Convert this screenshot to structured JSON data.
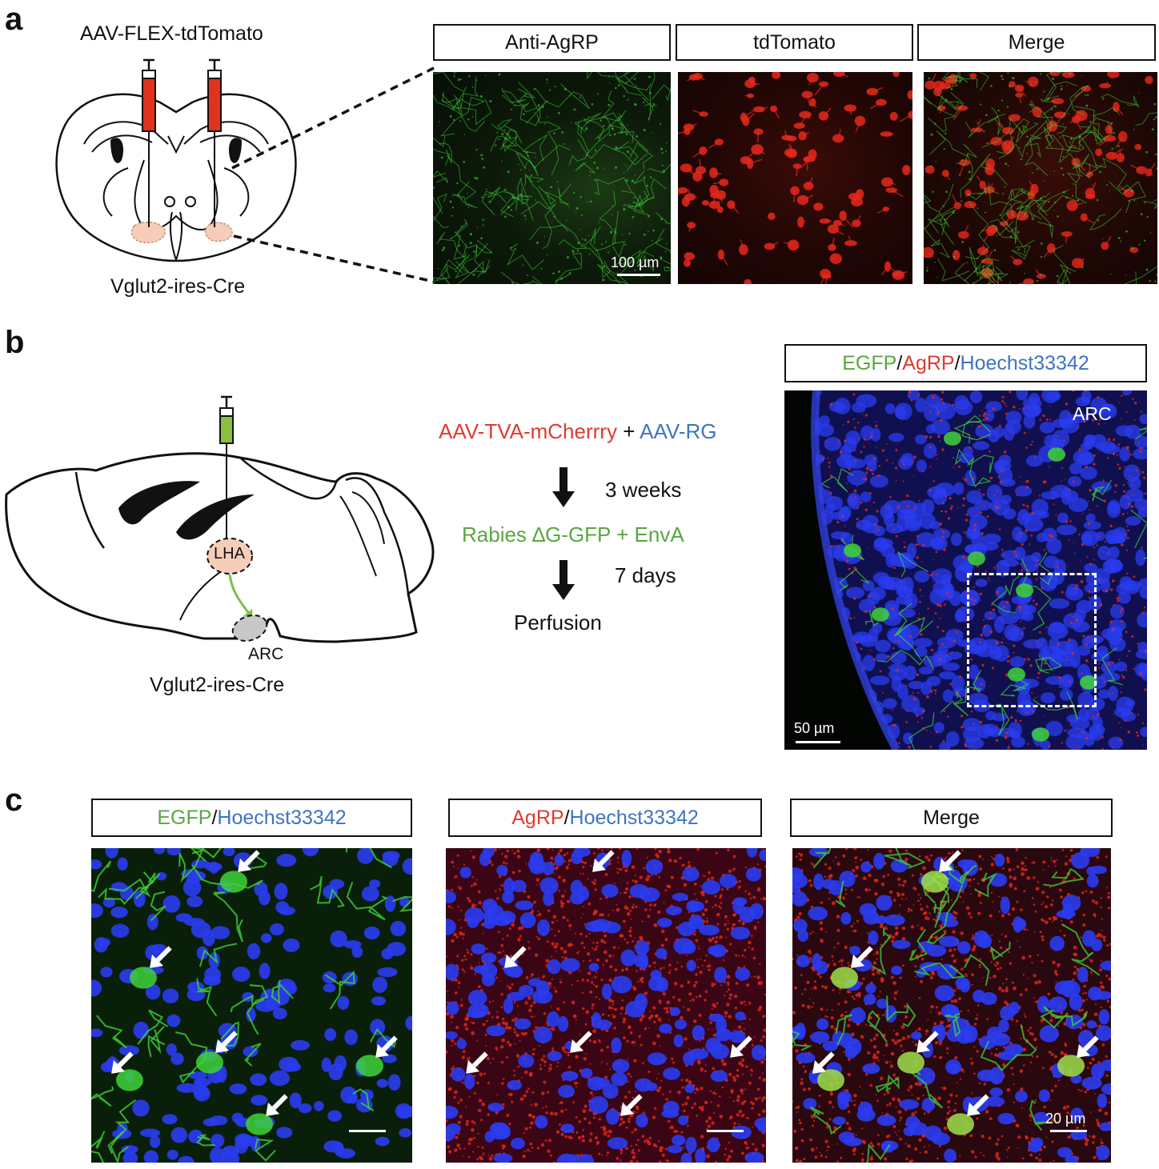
{
  "panels": {
    "a": {
      "letter": "a",
      "virus_label": "AAV-FLEX-tdTomato",
      "mouse_label": "Vglut2-ires-Cre",
      "image_titles": [
        "Anti-AgRP",
        "tdTomato",
        "Merge"
      ],
      "scale_bar": "100 µm"
    },
    "b": {
      "letter": "b",
      "diagram": {
        "lha_label": "LHA",
        "arc_label": "ARC",
        "mouse_label": "Vglut2-ires-Cre"
      },
      "protocol": {
        "step1_red": "AAV-TVA-mCherrry",
        "step1_plus": "+",
        "step1_blue": "AAV-RG",
        "interval1": "3 weeks",
        "step2": "Rabies ∆G-GFP + EnvA",
        "interval2": "7 days",
        "step3": "Perfusion"
      },
      "image_title": {
        "part1": "EGFP",
        "sep1": "/",
        "part2": "AgRP",
        "sep2": "/",
        "part3": "Hoechst33342"
      },
      "region_label": "ARC",
      "scale_bar": "50 µm"
    },
    "c": {
      "letter": "c",
      "titles": [
        {
          "part1": "EGFP",
          "sep": "/",
          "part2": "Hoechst33342"
        },
        {
          "part1": "AgRP",
          "sep": "/",
          "part2": "Hoechst33342"
        },
        {
          "label": "Merge"
        }
      ],
      "scale_bar": "20 µm"
    }
  },
  "colors": {
    "green_text": "#5aa642",
    "red_text": "#e03a2e",
    "blue_text": "#3f73c4",
    "egfp": "#3fd43a",
    "tdtomato": "#e8281c",
    "hoechst": "#2a3cf0",
    "injection_region": "#f6cdb8"
  }
}
